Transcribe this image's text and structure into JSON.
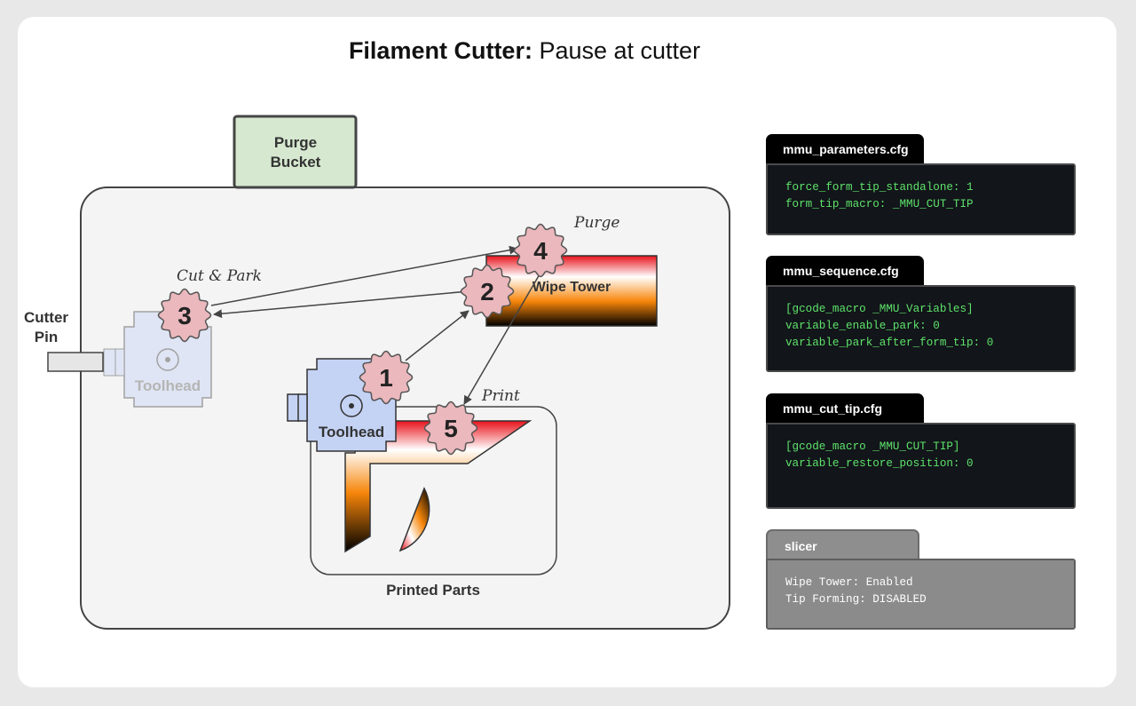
{
  "title": {
    "bold": "Filament Cutter:",
    "rest": " Pause at cutter"
  },
  "diagram": {
    "purge_bucket": {
      "line1": "Purge",
      "line2": "Bucket"
    },
    "cutter_pin": {
      "line1": "Cutter",
      "line2": "Pin"
    },
    "wipe_tower": "Wipe Tower",
    "toolhead_faded": "Toolhead",
    "toolhead": "Toolhead",
    "printed_parts": "Printed Parts",
    "annotations": {
      "cut_park": "Cut & Park",
      "purge": "Purge",
      "print": "Print"
    },
    "steps": [
      "1",
      "2",
      "3",
      "4",
      "5"
    ]
  },
  "panels": [
    {
      "id": "mmu_parameters",
      "name": "mmu_parameters.cfg",
      "lines": [
        "force_form_tip_standalone: 1",
        "form_tip_macro: _MMU_CUT_TIP"
      ]
    },
    {
      "id": "mmu_sequence",
      "name": "mmu_sequence.cfg",
      "lines": [
        "[gcode_macro _MMU_Variables]",
        "variable_enable_park: 0",
        "variable_park_after_form_tip: 0"
      ]
    },
    {
      "id": "mmu_cut_tip",
      "name": "mmu_cut_tip.cfg",
      "lines": [
        "[gcode_macro _MMU_CUT_TIP]",
        "variable_restore_position: 0"
      ]
    },
    {
      "id": "slicer",
      "name": "slicer",
      "lines": [
        "Wipe Tower: Enabled",
        "Tip Forming: DISABLED"
      ]
    }
  ],
  "colors": {
    "purge_bucket_fill": "#d6e8d0",
    "toolhead_fill": "#c4d2f4",
    "step_fill": "#eab8bd",
    "code_text": "#5ee36a",
    "code_bg": "#12151a"
  }
}
